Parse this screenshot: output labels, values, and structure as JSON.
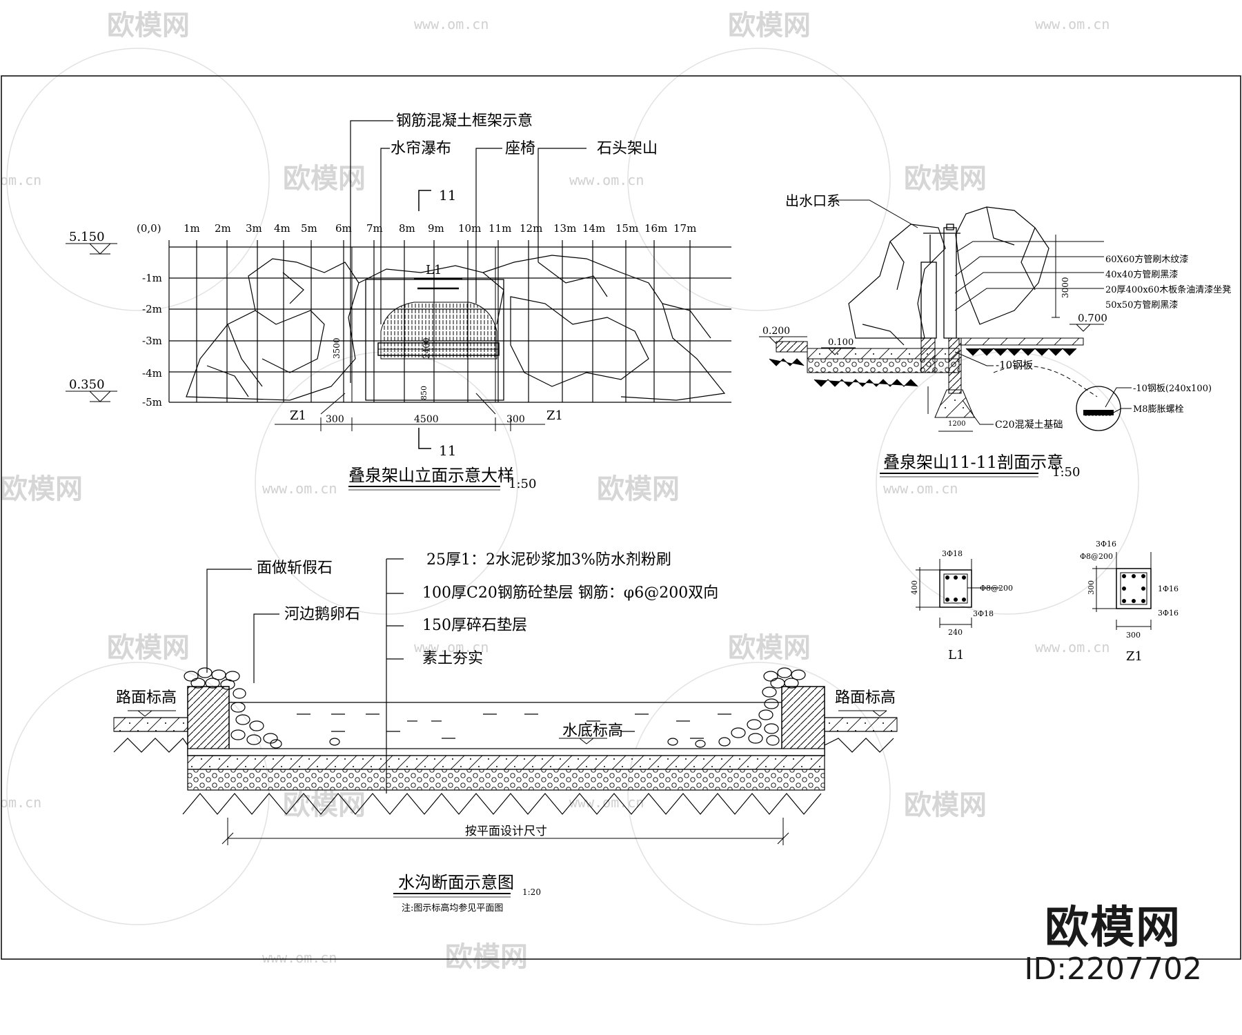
{
  "watermark": {
    "brand": "欧模网",
    "url": "www.om.cn",
    "url_short": "om.cn"
  },
  "brand_block": {
    "title": "欧模网",
    "id": "ID:2207702"
  },
  "elevation_view": {
    "title": "叠泉架山立面示意大样",
    "scale": "1:50",
    "origin_label": "(0,0)",
    "x_ticks": [
      "1m",
      "2m",
      "3m",
      "4m",
      "5m",
      "6m",
      "7m",
      "8m",
      "9m",
      "10m",
      "11m",
      "12m",
      "13m",
      "14m",
      "15m",
      "16m",
      "17m"
    ],
    "y_ticks": [
      "-1m",
      "-2m",
      "-3m",
      "-4m",
      "-5m"
    ],
    "level_top": "5.150",
    "level_bottom": "0.350",
    "callouts": {
      "frame": "钢筋混凝土框架示意",
      "curtain": "水帘瀑布",
      "seat": "座椅",
      "rockery": "石头架山"
    },
    "section_mark": "11",
    "beam_label": "L1",
    "column_label": "Z1",
    "dims": {
      "left": "300",
      "mid": "4500",
      "right": "300",
      "height": "3500",
      "inner": "2400",
      "small": "850"
    }
  },
  "section_view": {
    "title": "叠泉架山11-11剖面示意",
    "scale": "1:50",
    "outlet": "出水口系",
    "notes": [
      "60X60方管刷木纹漆",
      "40x40方管刷黑漆",
      "20厚400x60木板条油清漆坐凳",
      "50x50方管刷黑漆"
    ],
    "level_right": "0.700",
    "level_left": "0.200",
    "level_water": "0.100",
    "plate": "-10钢板",
    "plate_detail": "-10钢板(240x100)",
    "bolt": "M8膨胀螺栓",
    "footing": "C20混凝土基础",
    "height_dim": "3000",
    "footing_width": "1200"
  },
  "beam_detail": {
    "label": "L1",
    "top_bar": "3Φ18",
    "stirrup": "Φ8@200",
    "bottom_bar": "3Φ18",
    "height": "400",
    "width": "240"
  },
  "column_detail": {
    "label": "Z1",
    "top_bar": "3Φ16",
    "stirrup": "Φ8@200",
    "side_bar": "1Φ16",
    "bottom_bar": "3Φ16",
    "height": "300",
    "width": "300"
  },
  "channel_section": {
    "title": "水沟断面示意图",
    "scale": "1:20",
    "note": "注:图示标高均参见平面图",
    "left_labels": [
      "面做斩假石",
      "河边鹅卵石"
    ],
    "layers": [
      "25厚1：2水泥砂浆加3%防水剂粉刷",
      "100厚C20钢筋砼垫层 钢筋：φ6@200双向",
      "150厚碎石垫层",
      "素土夯实"
    ],
    "road_level": "路面标高",
    "water_bottom": "水底标高",
    "span_dim": "按平面设计尺寸"
  }
}
